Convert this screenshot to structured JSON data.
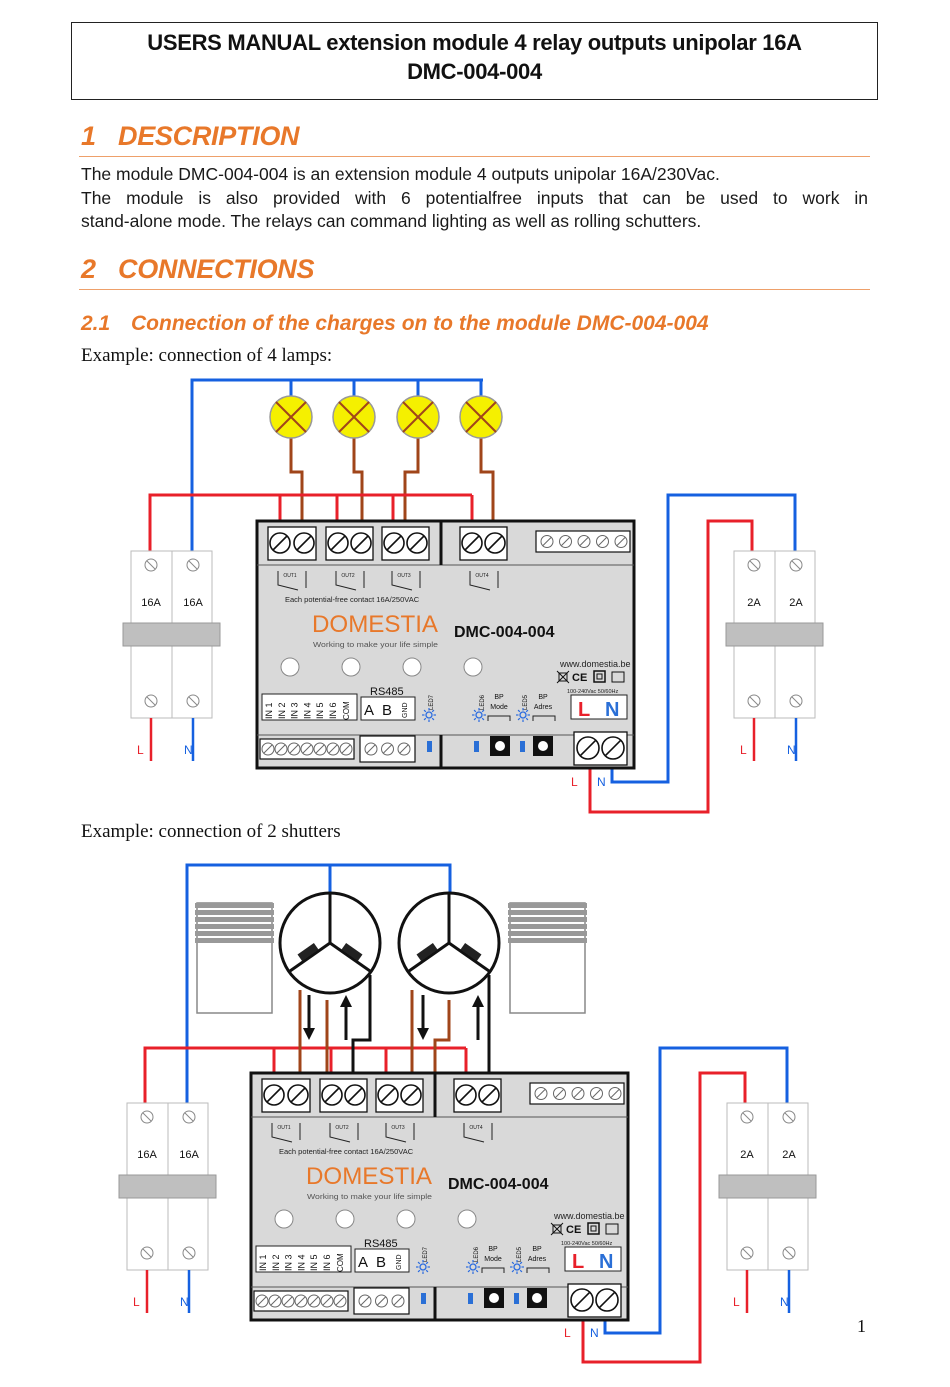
{
  "header": {
    "title_line1": "USERS MANUAL extension module 4 relay outputs unipolar 16A",
    "title_line2": "DMC-004-004"
  },
  "section1": {
    "number": "1",
    "title": "DESCRIPTION",
    "body_lines": [
      "The module DMC-004-004 is an extension module 4 outputs unipolar 16A/230Vac.",
      "The module is also provided with 6 potentialfree inputs that can be used to work in",
      "stand-alone mode. The relays can command lighting as well as rolling schutters."
    ]
  },
  "section2": {
    "number": "2",
    "title": "CONNECTIONS"
  },
  "subsection": {
    "number": "2.1",
    "title": "Connection of the charges on to the module DMC-004-004"
  },
  "example1": "Example: connection of 4 lamps:",
  "example2": "Example: connection of 2 shutters",
  "module": {
    "out_labels": [
      "OUT1",
      "OUT2",
      "OUT3",
      "OUT4"
    ],
    "contact_note": "Each potential-free contact 16A/250VAC",
    "brand": "DOMESTIA",
    "tagline": "Working to make your life simple",
    "model": "DMC-004-004",
    "website": "www.domestia.be",
    "cert_marks": "CE",
    "power_rating": "100-240Vac 50/60Hz",
    "inputs": [
      "IN 1",
      "IN 2",
      "IN 3",
      "IN 4",
      "IN 5",
      "IN 6",
      "COM"
    ],
    "bus_label": "RS485",
    "bus_pins": [
      "A",
      "B",
      "GND"
    ],
    "led7": "LED7",
    "led6": "LED6",
    "led5": "LED5",
    "bp_mode": [
      "BP",
      "Mode"
    ],
    "bp_adres": [
      "BP",
      "Adres"
    ],
    "power_L": "L",
    "power_N": "N"
  },
  "breakers": {
    "left_rating": "16A",
    "right_rating": "2A",
    "L": "L",
    "N": "N"
  },
  "page_number": "1",
  "colors": {
    "accent_orange": "#e8782a",
    "wire_live": "#e8202a",
    "wire_neutral": "#1560e0",
    "wire_load": "#a0451a",
    "lamp": "#f5f000",
    "module_body": "#d9d9d9"
  }
}
